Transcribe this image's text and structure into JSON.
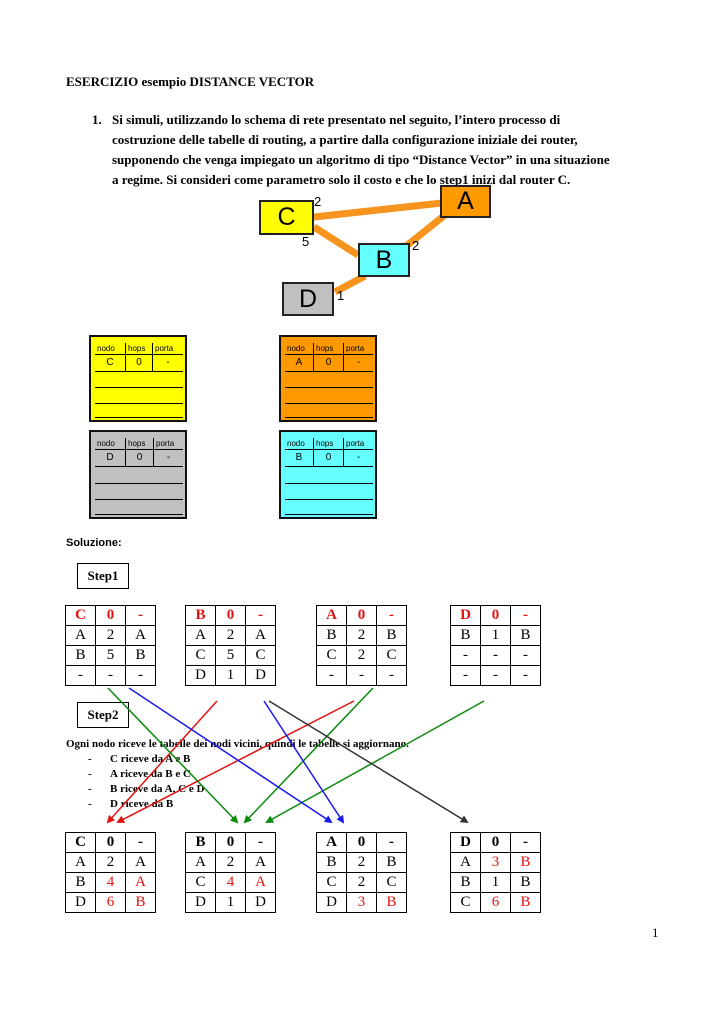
{
  "title": "ESERCIZIO esempio DISTANCE VECTOR",
  "question": {
    "number": "1.",
    "lines": [
      "Si simuli, utilizzando lo schema di rete presentato nel seguito, l’intero processo di",
      "costruzione delle tabelle di routing, a partire dalla configurazione iniziale dei router,",
      "supponendo che venga impiegato un algoritmo di tipo “Distance Vector” in una situazione",
      "a regime. Si consideri come parametro solo il costo e che lo step1 inizi dal router C."
    ]
  },
  "network": {
    "nodes": [
      {
        "label": "C",
        "color": "#ffff00"
      },
      {
        "label": "A",
        "color": "#ff9900"
      },
      {
        "label": "B",
        "color": "#66ffff"
      },
      {
        "label": "D",
        "color": "#c0c0c0"
      }
    ],
    "costs": {
      "c_a": "2",
      "c_b": "5",
      "a_b": "2",
      "b_d": "1"
    },
    "link_color": "#f7941d"
  },
  "initial_tables": [
    {
      "color": "#ffff00",
      "headers": [
        "nodo",
        "hops",
        "porta"
      ],
      "row": [
        "C",
        "0",
        "-"
      ]
    },
    {
      "color": "#ff9900",
      "headers": [
        "nodo",
        "hops",
        "porta"
      ],
      "row": [
        "A",
        "0",
        "-"
      ]
    },
    {
      "color": "#c0c0c0",
      "headers": [
        "nodo",
        "hops",
        "porta"
      ],
      "row": [
        "D",
        "0",
        "-"
      ]
    },
    {
      "color": "#66ffff",
      "headers": [
        "nodo",
        "hops",
        "porta"
      ],
      "row": [
        "B",
        "0",
        "-"
      ]
    }
  ],
  "solution_label": "Soluzione:",
  "step1": {
    "label": "Step1",
    "tables": [
      {
        "header": [
          "C",
          "0",
          "-"
        ],
        "rows": [
          [
            "A",
            "2",
            "A"
          ],
          [
            "B",
            "5",
            "B"
          ],
          [
            "-",
            "-",
            "-"
          ]
        ]
      },
      {
        "header": [
          "B",
          "0",
          "-"
        ],
        "rows": [
          [
            "A",
            "2",
            "A"
          ],
          [
            "C",
            "5",
            "C"
          ],
          [
            "D",
            "1",
            "D"
          ]
        ]
      },
      {
        "header": [
          "A",
          "0",
          "-"
        ],
        "rows": [
          [
            "B",
            "2",
            "B"
          ],
          [
            "C",
            "2",
            "C"
          ],
          [
            "-",
            "-",
            "-"
          ]
        ]
      },
      {
        "header": [
          "D",
          "0",
          "-"
        ],
        "rows": [
          [
            "B",
            "1",
            "B"
          ],
          [
            "-",
            "-",
            "-"
          ],
          [
            "-",
            "-",
            "-"
          ]
        ]
      }
    ]
  },
  "step2": {
    "label": "Step2",
    "intro": "Ogni nodo riceve le tabelle dei nodi vicini, quindi le tabelle si aggiornano.",
    "bullets": [
      {
        "dash": "-",
        "text": "C riceve da A e B"
      },
      {
        "dash": "-",
        "text": "A riceve da B e C"
      },
      {
        "dash": "-",
        "text": "B riceve da A, C e D"
      },
      {
        "dash": "-",
        "text": "D riceve da B"
      }
    ],
    "tables": [
      {
        "header": [
          "C",
          "0",
          "-"
        ],
        "rows": [
          [
            "A",
            "2",
            "A"
          ],
          [
            "B",
            "4",
            "A"
          ],
          [
            "D",
            "6",
            "B"
          ]
        ]
      },
      {
        "header": [
          "B",
          "0",
          "-"
        ],
        "rows": [
          [
            "A",
            "2",
            "A"
          ],
          [
            "C",
            "4",
            "A"
          ],
          [
            "D",
            "1",
            "D"
          ]
        ]
      },
      {
        "header": [
          "A",
          "0",
          "-"
        ],
        "rows": [
          [
            "B",
            "2",
            "B"
          ],
          [
            "C",
            "2",
            "C"
          ],
          [
            "D",
            "3",
            "B"
          ]
        ]
      },
      {
        "header": [
          "D",
          "0",
          "-"
        ],
        "rows": [
          [
            "A",
            "3",
            "B"
          ],
          [
            "B",
            "1",
            "B"
          ],
          [
            "C",
            "6",
            "B"
          ]
        ]
      }
    ],
    "arrow_colors": {
      "red": "#e31212",
      "green": "#0a8a0a",
      "blue": "#1a1aee",
      "black": "#333333"
    }
  },
  "page_number": "1"
}
